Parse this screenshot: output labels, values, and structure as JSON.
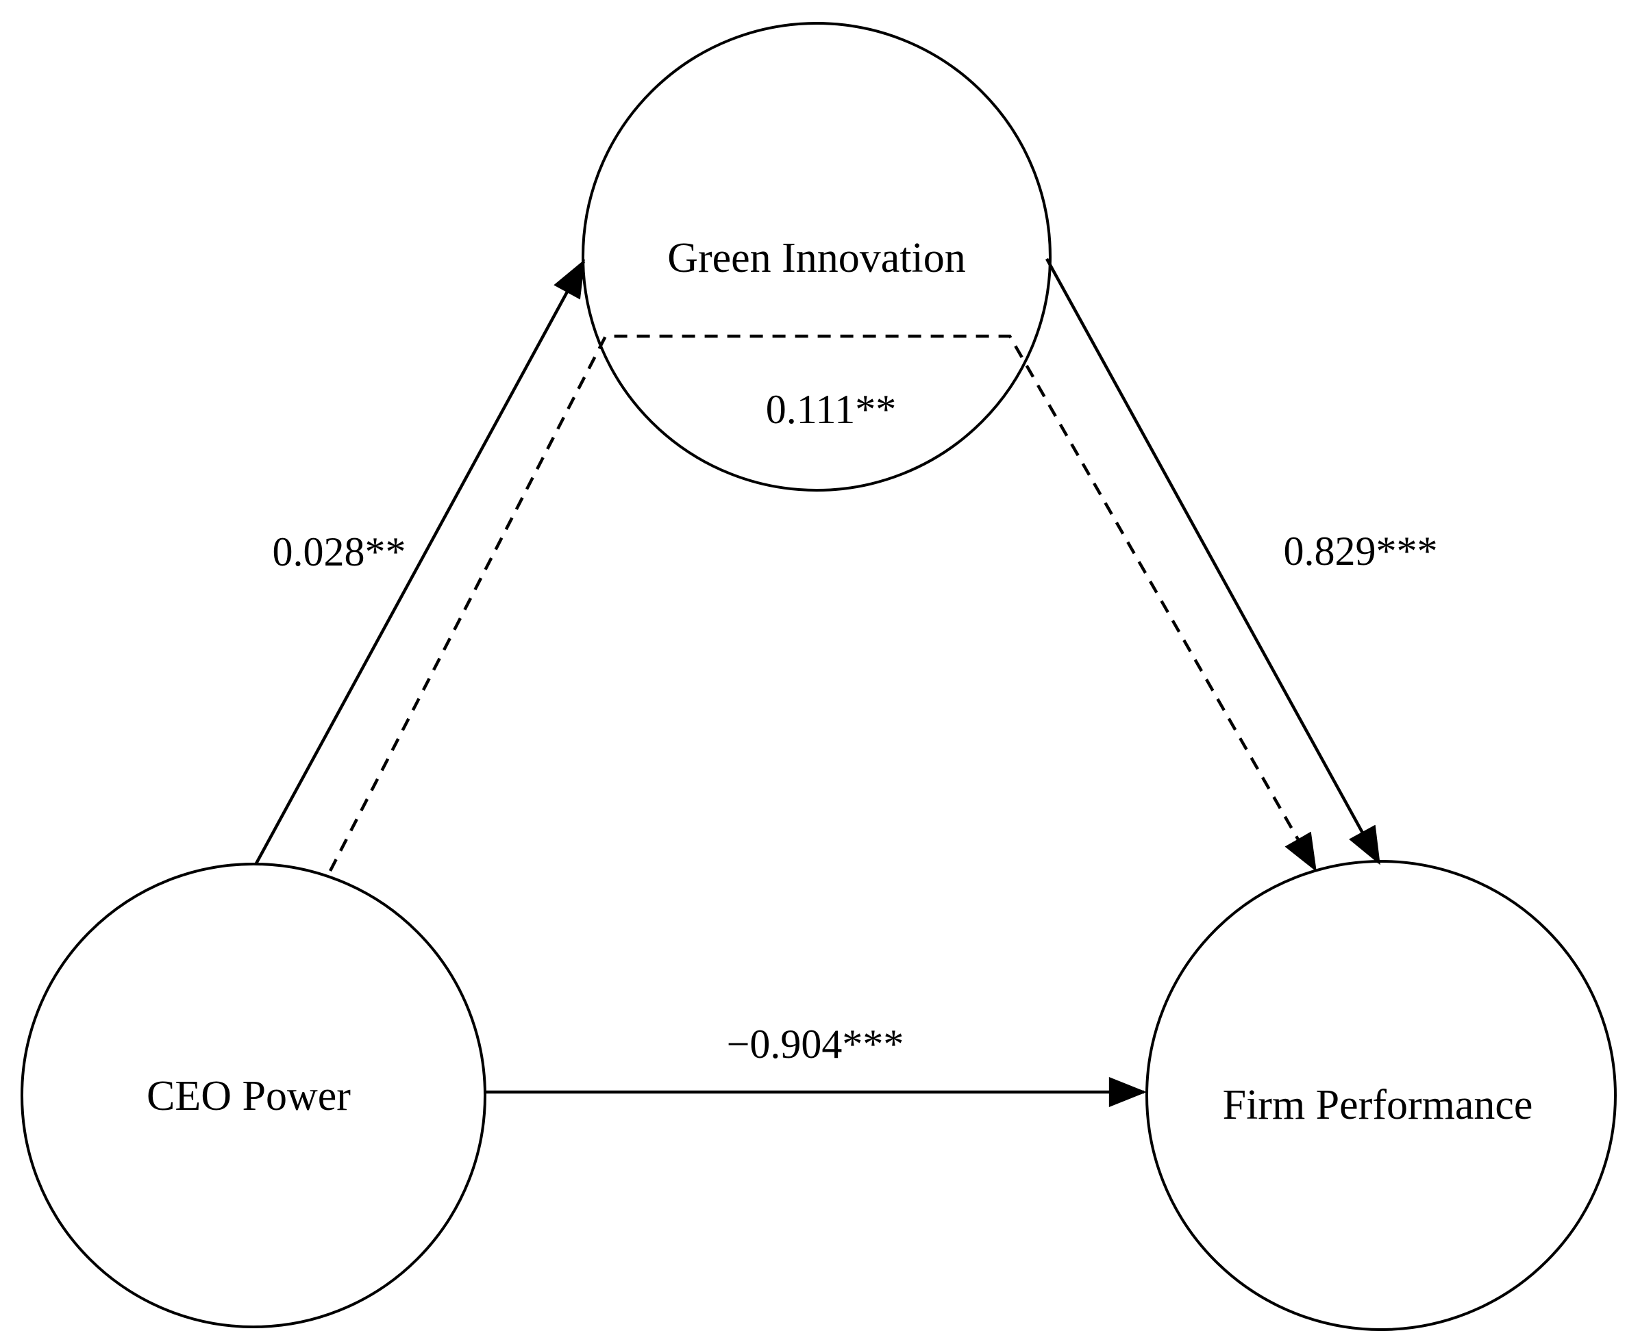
{
  "diagram_type": "mediation-path-model",
  "colors": {
    "background": "#ffffff",
    "stroke": "#000000",
    "text": "#000000"
  },
  "nodes": {
    "green_innovation": {
      "label": "Green Innovation",
      "shape": "circle"
    },
    "ceo_power": {
      "label": "CEO Power",
      "shape": "circle"
    },
    "firm_performance": {
      "label": "Firm Performance",
      "shape": "circle"
    }
  },
  "edges": {
    "ceo_to_green": {
      "from": "CEO Power",
      "to": "Green Innovation",
      "label": "0.028**",
      "style": "solid",
      "arrowhead": true
    },
    "green_to_firm": {
      "from": "Green Innovation",
      "to": "Firm Performance",
      "label": "0.829***",
      "style": "solid",
      "arrowhead": true
    },
    "ceo_to_firm_direct": {
      "from": "CEO Power",
      "to": "Firm Performance",
      "label": "−0.904***",
      "style": "solid",
      "arrowhead": true
    },
    "ceo_to_firm_indirect": {
      "from": "CEO Power",
      "to": "Firm Performance",
      "label": "0.111**",
      "style": "dashed",
      "arrowhead": true
    }
  }
}
